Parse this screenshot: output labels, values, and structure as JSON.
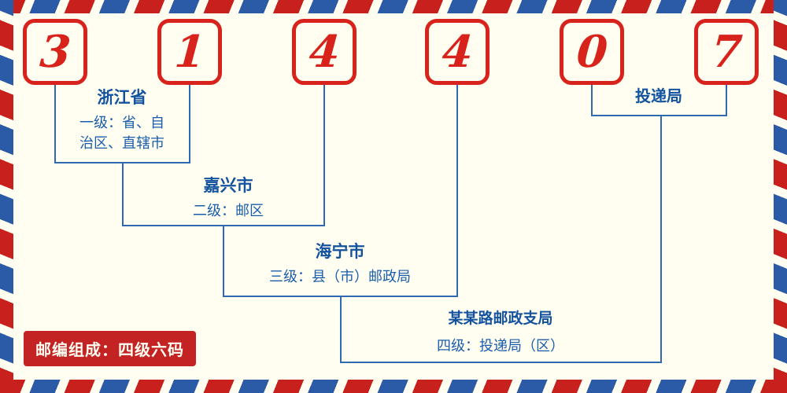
{
  "postal_code": {
    "digits": [
      "3",
      "1",
      "4",
      "4",
      "0",
      "7"
    ]
  },
  "levels": [
    {
      "name": "浙江省",
      "desc_lines": [
        "一级：省、自",
        "治区、直辖市"
      ]
    },
    {
      "name": "嘉兴市",
      "desc_lines": [
        "二级：邮区"
      ]
    },
    {
      "name": "海宁市",
      "desc_lines": [
        "三级：县（市）邮政局"
      ]
    },
    {
      "name": "某某路邮政支局",
      "desc_lines": [
        "四级：投递局（区）"
      ]
    }
  ],
  "delivery_office_label": "投递局",
  "composition_note": "邮编组成：四级六码",
  "colors": {
    "red": "#d8221c",
    "stripe_red": "#c8211d",
    "stripe_blue": "#2b5aa7",
    "line_blue": "#2e6ab0",
    "text_blue": "#1a5dac",
    "name_blue": "#12529e",
    "background": "#fffef0"
  }
}
